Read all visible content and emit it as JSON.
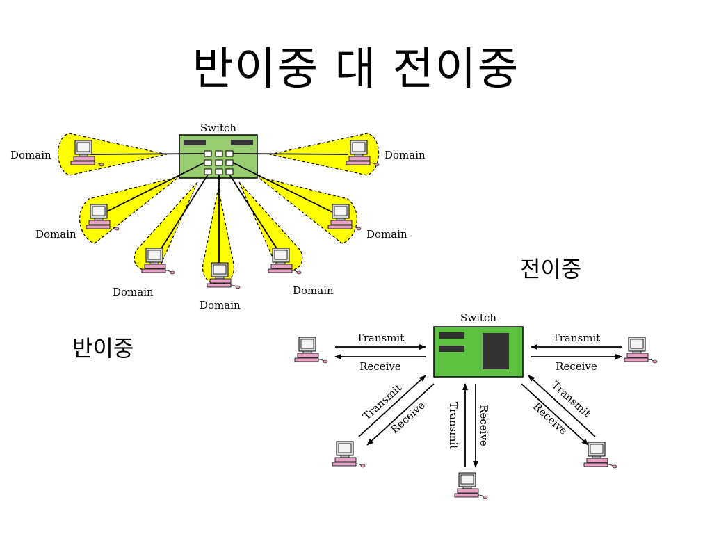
{
  "title": "반이중 대 전이중",
  "half_duplex": {
    "label": "반이중",
    "switch_label": "Switch",
    "domain_label": "Domain"
  },
  "full_duplex": {
    "label": "전이중",
    "switch_label": "Switch",
    "transmit_label": "Transmit",
    "receive_label": "Receive"
  },
  "colors": {
    "switch_fill": "#98cc70",
    "switch_fill_full": "#5cc040",
    "domain_fill": "#ffff00",
    "monitor": "#e8e8e8",
    "keyboard": "#e6a0c4"
  }
}
